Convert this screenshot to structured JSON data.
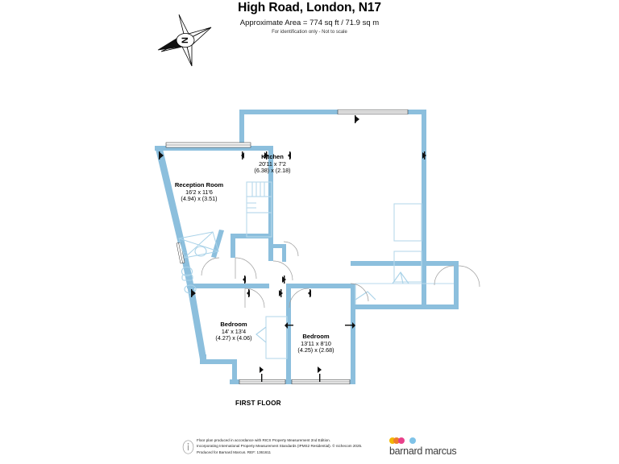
{
  "header": {
    "title": "High Road, London, N17",
    "area": "Approximate Area = 774 sq ft / 71.9 sq m",
    "disclaimer": "For identification only - Not to scale"
  },
  "compass": {
    "north_letter": "N",
    "icon": "compass-rose-icon"
  },
  "plan": {
    "floor_label": "FIRST FLOOR",
    "wall_color": "#8cbfdd",
    "fixture_color": "#b9d9ec",
    "rooms": [
      {
        "id": "reception-room",
        "name": "Reception Room",
        "dim_imperial": "16'2 x 11'6",
        "dim_metric": "(4.94) x (3.51)"
      },
      {
        "id": "kitchen",
        "name": "Kitchen",
        "dim_imperial": "20'11 x 7'2",
        "dim_metric": "(6.38) x (2.18)"
      },
      {
        "id": "bedroom-1",
        "name": "Bedroom",
        "dim_imperial": "14' x 13'4",
        "dim_metric": "(4.27) x (4.06)"
      },
      {
        "id": "bedroom-2",
        "name": "Bedroom",
        "dim_imperial": "13'11 x 8'10",
        "dim_metric": "(4.25) x (2.68)"
      }
    ]
  },
  "footer": {
    "line1": "Floor plan produced in accordance with RICS Property Measurement 2nd Edition.",
    "line2": "Incorporating International Property Measurement Standards (IPMS2 Residential).  © nichecom 2025.",
    "line3": "Produced for Barnard Marcus.    REF: 1361611",
    "brand_name": "barnard marcus",
    "brand_dot_colors": [
      "#f2b705",
      "#e8408a",
      "#62b5e5",
      "#7fc3e8"
    ]
  }
}
